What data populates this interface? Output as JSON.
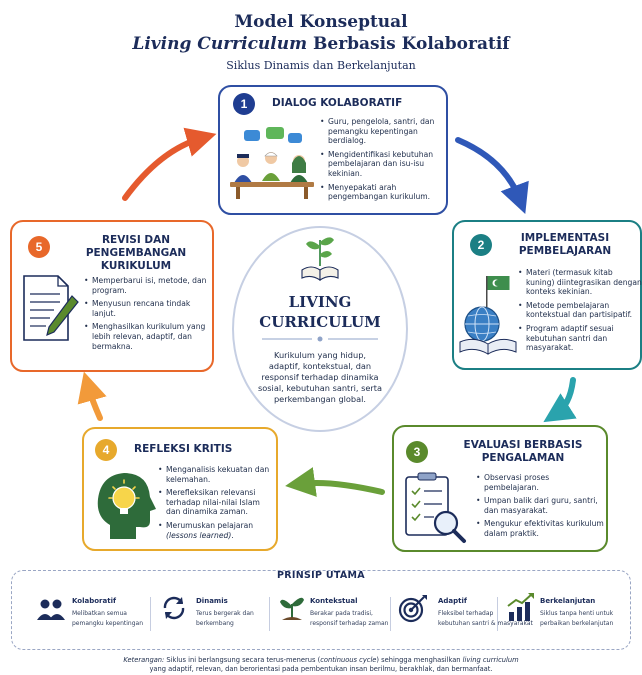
{
  "header": {
    "title_line1": "Model Konseptual",
    "title_line2_italic": "Living Curriculum",
    "title_line2_rest": " Berbasis Kolaboratif",
    "subtitle": "Siklus Dinamis dan Berkelanjutan"
  },
  "colors": {
    "step1": "#1f3d91",
    "step2": "#1b7f84",
    "step3": "#5a8a2c",
    "step4": "#e7a92c",
    "step5": "#e8682a",
    "navy": "#1c2c5a"
  },
  "center": {
    "title_line1": "LIVING",
    "title_line2": "CURRICULUM",
    "description": "Kurikulum yang hidup, adaptif, kontekstual, dan responsif terhadap dinamika sosial, kebutuhan santri, serta perkembangan global."
  },
  "steps": [
    {
      "number": "1",
      "title": "DIALOG KOLABORATIF",
      "icon": "people-discussion-icon",
      "bullets": [
        "Guru, pengelola, santri, dan pemangku kepentingan berdialog.",
        "Mengidentifikasi kebutuhan pembelajaran dan isu-isu kekinian.",
        "Menyepakati arah pengembangan kurikulum."
      ]
    },
    {
      "number": "2",
      "title": "IMPLEMENTASI PEMBELAJARAN",
      "icon": "globe-book-icon",
      "bullets": [
        "Materi (termasuk kitab kuning) diintegrasikan dengan konteks kekinian.",
        "Metode pembelajaran kontekstual dan partisipatif.",
        "Program adaptif sesuai kebutuhan santri dan masyarakat."
      ]
    },
    {
      "number": "3",
      "title": "EVALUASI BERBASIS PENGALAMAN",
      "icon": "checklist-magnifier-icon",
      "bullets": [
        "Observasi proses pembelajaran.",
        "Umpan balik dari guru, santri, dan masyarakat.",
        "Mengukur efektivitas kurikulum dalam praktik."
      ]
    },
    {
      "number": "4",
      "title": "REFLEKSI KRITIS",
      "icon": "head-lightbulb-icon",
      "bullets": [
        "Menganalisis kekuatan dan kelemahan.",
        "Merefleksikan relevansi terhadap nilai-nilai Islam dan dinamika zaman.",
        "Merumuskan pelajaran"
      ],
      "bullet3_italic": "(lessons learned)",
      "bullet3_end": "."
    },
    {
      "number": "5",
      "title": "REVISI DAN PENGEMBANGAN KURIKULUM",
      "icon": "document-pencil-icon",
      "bullets": [
        "Memperbarui isi, metode, dan program.",
        "Menyusun rencana tindak lanjut.",
        "Menghasilkan kurikulum yang lebih relevan, adaptif, dan bermakna."
      ]
    }
  ],
  "principles": {
    "title": "PRINSIP UTAMA",
    "items": [
      {
        "name": "Kolaboratif",
        "desc_line1": "Melibatkan semua",
        "desc_line2": "pemangku kepentingan",
        "icon": "group-icon"
      },
      {
        "name": "Dinamis",
        "desc_line1": "Terus bergerak dan",
        "desc_line2": "berkembang",
        "icon": "cycle-arrows-icon"
      },
      {
        "name": "Kontekstual",
        "desc_line1": "Berakar pada tradisi,",
        "desc_line2": "responsif terhadap zaman",
        "icon": "sprout-icon"
      },
      {
        "name": "Adaptif",
        "desc_line1": "Fleksibel terhadap",
        "desc_line2": "kebutuhan santri & masyarakat",
        "icon": "target-icon"
      },
      {
        "name": "Berkelanjutan",
        "desc_line1": "Siklus tanpa henti untuk",
        "desc_line2": "perbaikan berkelanjutan",
        "icon": "growth-chart-icon"
      }
    ]
  },
  "note": {
    "label": "Keterangan:",
    "text1": " Siklus ini berlangsung secara terus-menerus (",
    "italic1": "continuous cycle",
    "text2": ") sehingga menghasilkan ",
    "italic2": "living curriculum",
    "line2": "yang adaptif, relevan, dan berorientasi pada pembentukan insan berilmu, berakhlak, dan bermanfaat."
  }
}
